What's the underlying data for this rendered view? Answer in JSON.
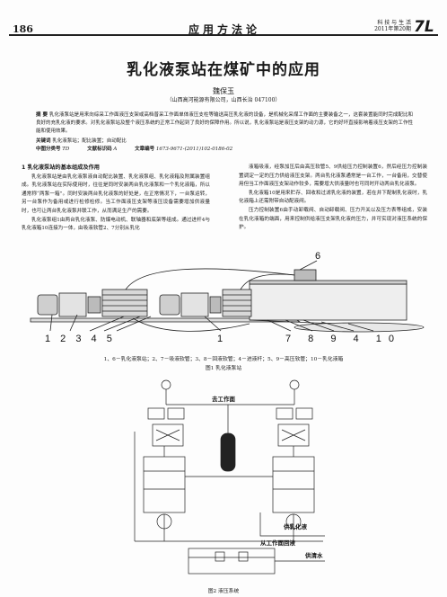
{
  "header": {
    "page_number": "186",
    "section": "应用方法论",
    "journal_line1": "科 技 与 生 活",
    "journal_line2": "2011年第20期",
    "logo": "7L"
  },
  "article": {
    "title": "乳化液泵站在煤矿中的应用",
    "author": "魏保玉",
    "affiliation": "（山西高河能源有限公司，山西长治 047100）",
    "abstract_label": "摘  要",
    "abstract": "乳化液泵站是用来向综采工作面液压支架或高档普采工作面单体液压支柱等输送高压乳化液的设备，是机械化采煤工作面的主要装备之一，这套装置能同时完成配比和良好的充乳化液的要求。对乳化液泵站及整个液压系统的正常工作起到了良好的保障作用。所以说，乳化液泵站是液压支架的动力源，它的好坏直接影响着液压支架的工作性能和使用效果。",
    "keywords_label": "关键词",
    "keywords": "乳化液泵站；配比装置；自动配比",
    "clc_label": "中图分类号",
    "clc": "TD",
    "doc_code_label": "文献标识码",
    "doc_code": "A",
    "article_no_label": "文章编号",
    "article_no": "1673-9671-(2011)102-0186-02"
  },
  "left_column": {
    "heading": "1  乳化液泵站的基本组成及作用",
    "p1": "乳化液泵站是由乳化液泵液自动配比装置、乳化液泵组、乳化液箱及附属装置组成。乳化液泵站在实际使用时，往往是同时安装两台乳化液泵和一个乳化液箱，所以通常称“两泵一箱”。同时安装两台乳化液泵的好处是，在正常情况下，一台泵运转，另一台泵作为备用或进行检修检修。当工作面液压支架等液压设备需要增加供液量时，也可让两台乳化液泵并联工作，从而满足生产的需要。",
    "p2": "乳化液泵组1由两台乳化液泵、防爆电动机、联轴器和底架等组成。通过进杆4与乳化液箱10连接为一体，由吸液软管2、7分别从乳化"
  },
  "right_column": {
    "p1": "液箱吸液，经泵加压后由高压软管5、9供给压力控制装置6，然后经压力控制装置调定一定的压力供给液压支架。两台乳化液泵通常是一台工作，一台备用，交替使用但当工作面液压支架动作较多，需要增大供液量时也可同时开动两台乳化液泵。",
    "p2": "乳化液箱10是用来贮存、回收和过滤乳化液的装置，若在井下配制乳化液时，乳化液箱上还需附带自动配液阀。",
    "p3": "压力控制装置6由手动卸载阀、自动卸载阀、压力开关以及压力表等组成，安装在乳化液箱的端面，用来控制供给液压支架乳化液的压力，并可实现对液压系统的保护。"
  },
  "figure1": {
    "callout_top": "6",
    "numbers_left": "1 2 3 4 5",
    "number_mid": "1",
    "numbers_right": "7 8 9 4 10",
    "legend": "1、6－乳化液泵站；2、7－吸液软管；3、8－回液软管；4－进液杆；5、9－高压软管；10－乳化液箱",
    "caption": "图1  乳化液泵站"
  },
  "figure2": {
    "label_top": "去工作面",
    "label_emulsion": "供乳化液",
    "label_return": "从工作面回液",
    "label_water": "供清水",
    "caption": "图2  液压系统"
  }
}
